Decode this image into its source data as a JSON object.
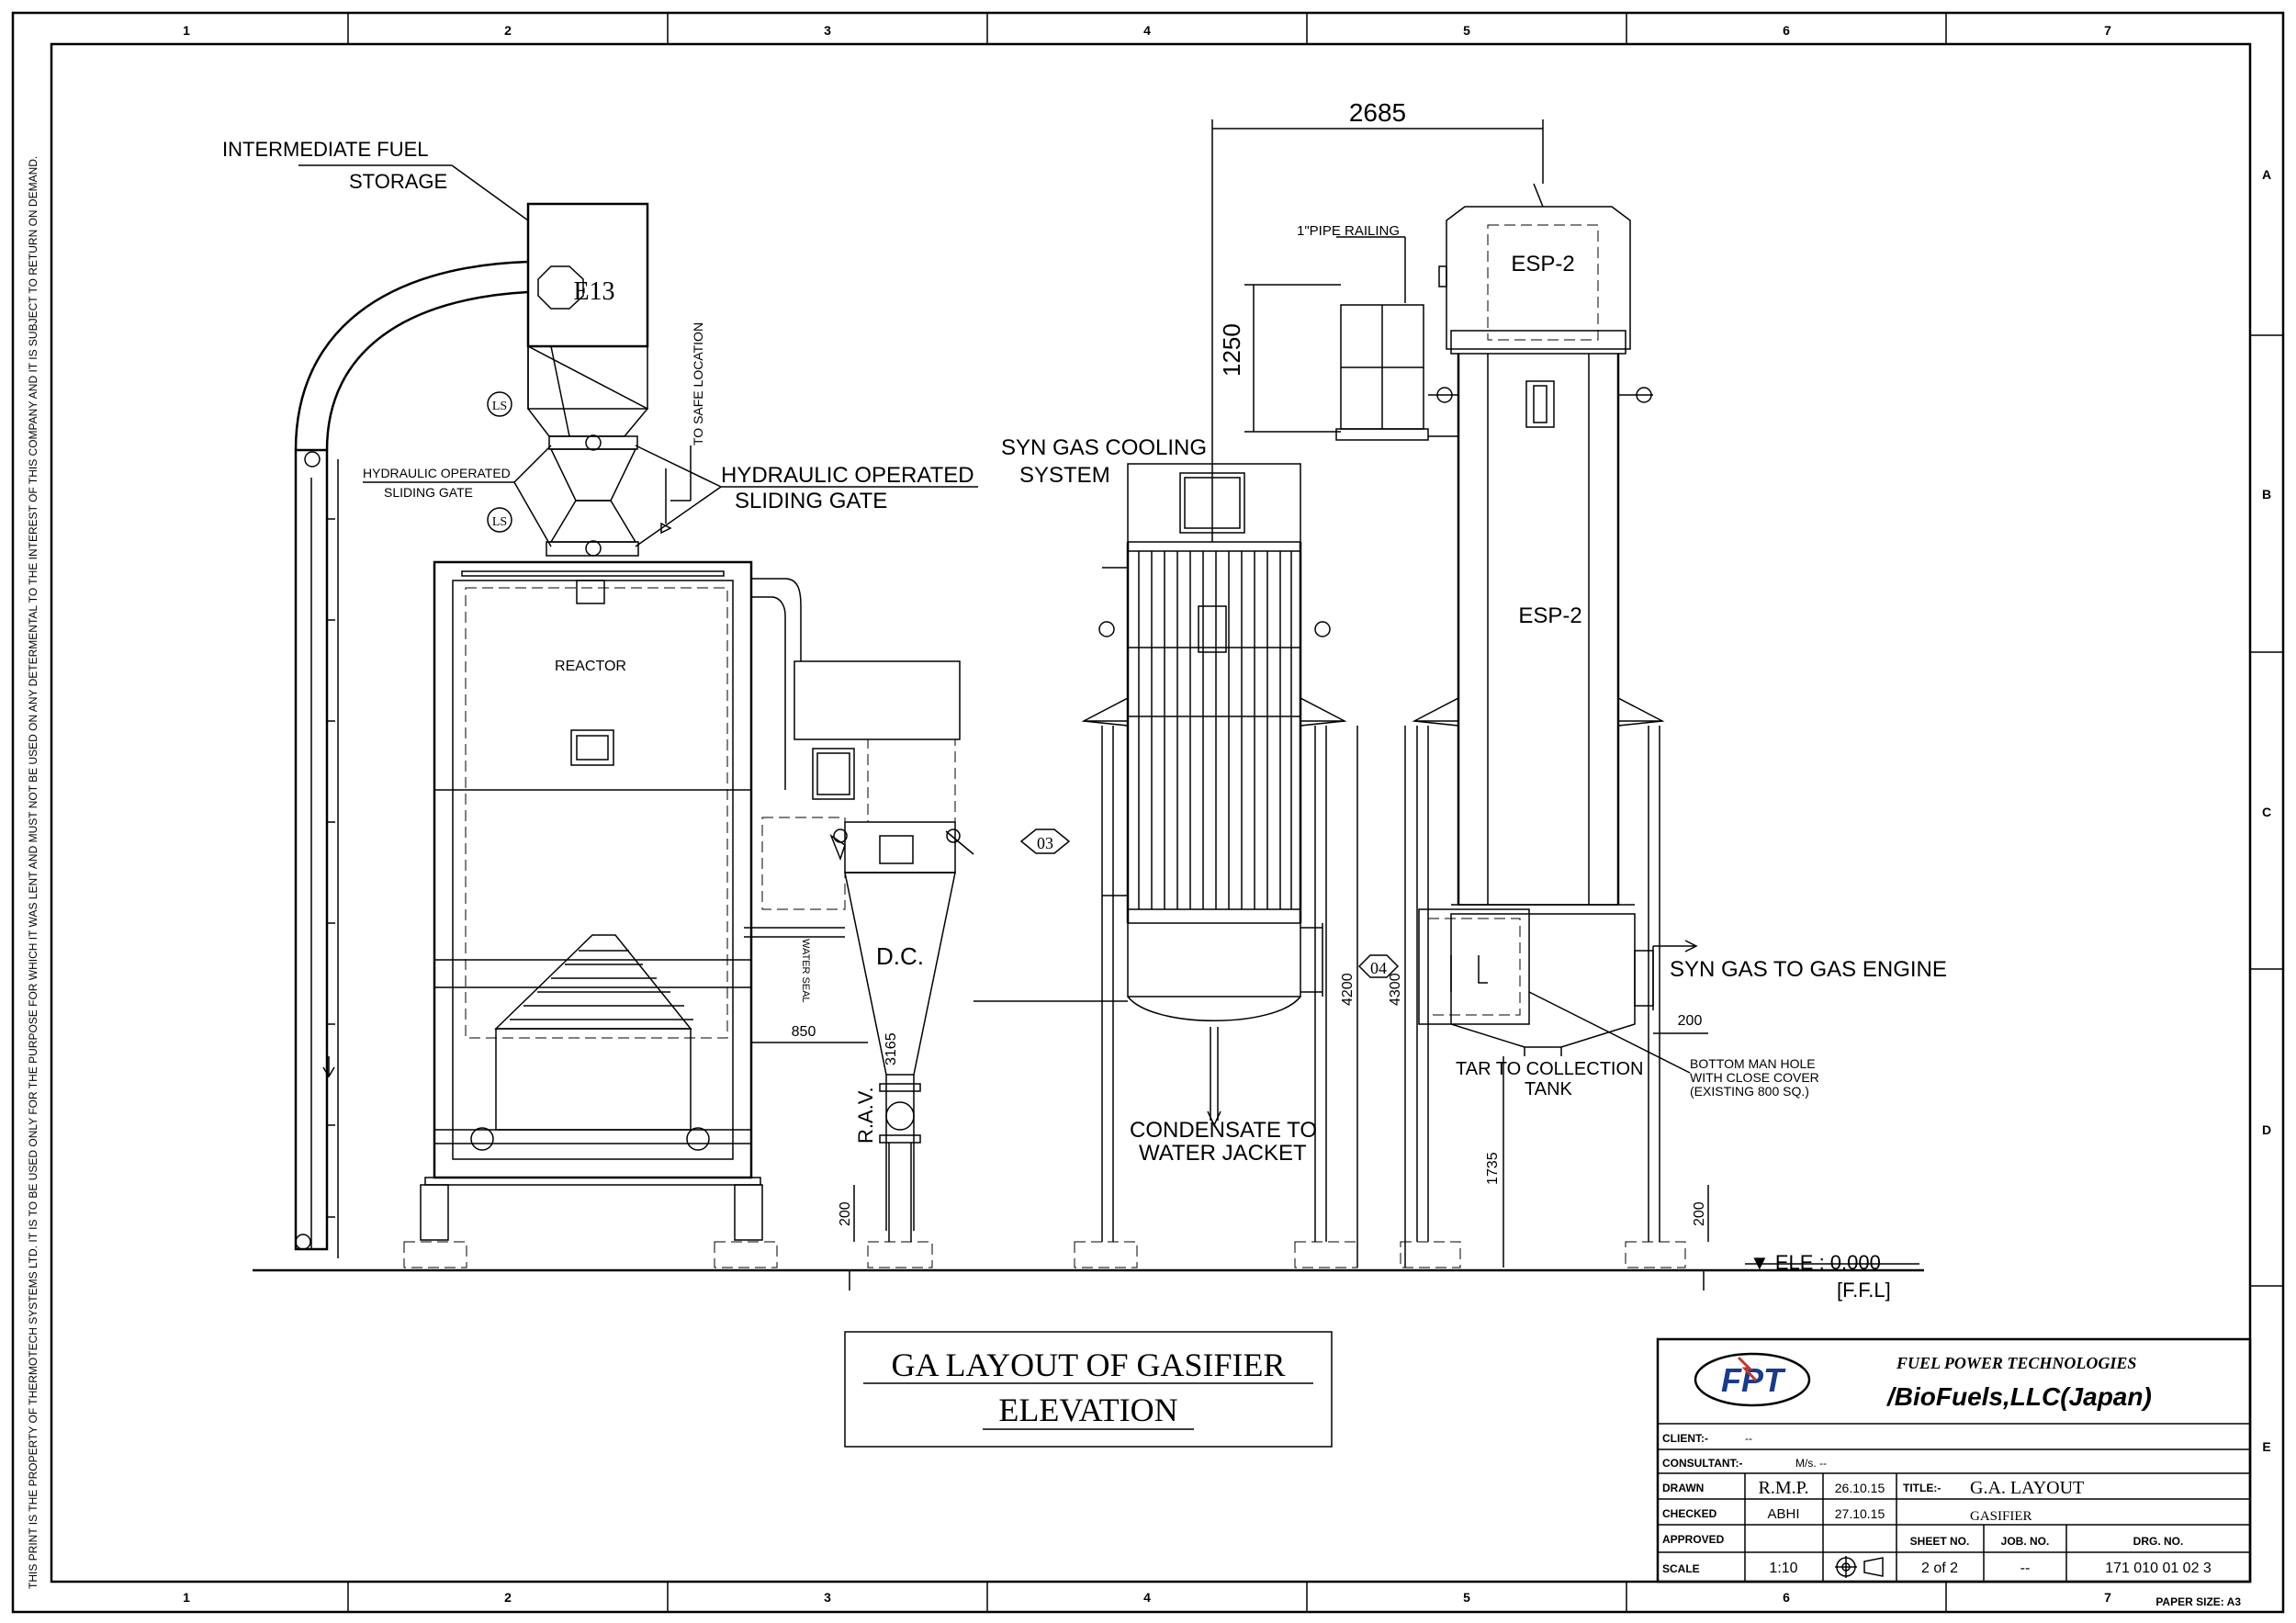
{
  "border": {
    "columns": [
      "1",
      "2",
      "3",
      "4",
      "5",
      "6",
      "7"
    ],
    "rows": [
      "A",
      "B",
      "C",
      "D",
      "E"
    ],
    "side_note": "THIS PRINT IS THE PROPERTY OF THERMOTECH SYSTEMS LTD. IT IS TO BE USED ONLY FOR THE PURPOSE FOR WHICH IT WAS LENT AND MUST NOT BE USED ON ANY DETERMENTAL TO THE INTEREST OF THIS COMPANY AND IT IS SUBJECT TO RETURN ON DEMAND."
  },
  "labels": {
    "intermediate_fuel_1": "INTERMEDIATE FUEL",
    "intermediate_fuel_2": "STORAGE",
    "e13": "E13",
    "ls": "LS",
    "hyd_small_1": "HYDRAULIC OPERATED",
    "hyd_small_2": "SLIDING GATE",
    "hyd_big_1": "HYDRAULIC OPERATED",
    "hyd_big_2": "SLIDING GATE",
    "safe_location": "TO SAFE LOCATION",
    "reactor": "REACTOR",
    "water_seal": "WATER SEAL",
    "dc": "D.C.",
    "rav": "R.A.V.",
    "tag03": "03",
    "tag04": "04",
    "syn_cooling_1": "SYN GAS COOLING",
    "syn_cooling_2": "SYSTEM",
    "pipe_railing": "1\"PIPE  RAILING",
    "esp2_top": "ESP-2",
    "esp2_mid": "ESP-2",
    "condensate_1": "CONDENSATE TO",
    "condensate_2": "WATER JACKET",
    "tar_1": "TAR TO COLLECTION",
    "tar_2": "TANK",
    "manhole_1": "BOTTOM MAN HOLE",
    "manhole_2": "WITH CLOSE COVER",
    "manhole_3": "(EXISTING 800 SQ.)",
    "syn_engine": "SYN GAS TO GAS ENGINE",
    "ele": "▼ ELE : 0.000",
    "ffl": "[F.F.L]"
  },
  "dimensions": {
    "d2685": "2685",
    "d1250": "1250",
    "d850": "850",
    "d3165": "3165",
    "d200a": "200",
    "d4200": "4200",
    "d4300": "4300",
    "d1735": "1735",
    "d200b": "200",
    "d200c": "200"
  },
  "title": {
    "line1": "GA LAYOUT OF GASIFIER",
    "line2": "ELEVATION"
  },
  "title_block": {
    "logo": "FPT",
    "company_1": "FUEL POWER TECHNOLOGIES",
    "company_2": "/BioFuels,LLC(Japan)",
    "client_label": "CLIENT:-",
    "client_value": "--",
    "consultant_label": "CONSULTANT:-",
    "consultant_value": "M/s. --",
    "drawn_label": "DRAWN",
    "drawn_by": "R.M.P.",
    "drawn_date": "26.10.15",
    "checked_label": "CHECKED",
    "checked_by": "ABHI",
    "checked_date": "27.10.15",
    "approved_label": "APPROVED",
    "scale_label": "SCALE",
    "scale_value": "1:10",
    "title_label": "TITLE:-",
    "title_value_1": "G.A. LAYOUT",
    "title_value_2": "GASIFIER",
    "sheet_label": "SHEET NO.",
    "sheet_value": "2 of 2",
    "job_label": "JOB. NO.",
    "job_value": "--",
    "drg_label": "DRG. NO.",
    "drg_value": "171 010 01 02 3",
    "paper_size": "PAPER SIZE: A3"
  }
}
